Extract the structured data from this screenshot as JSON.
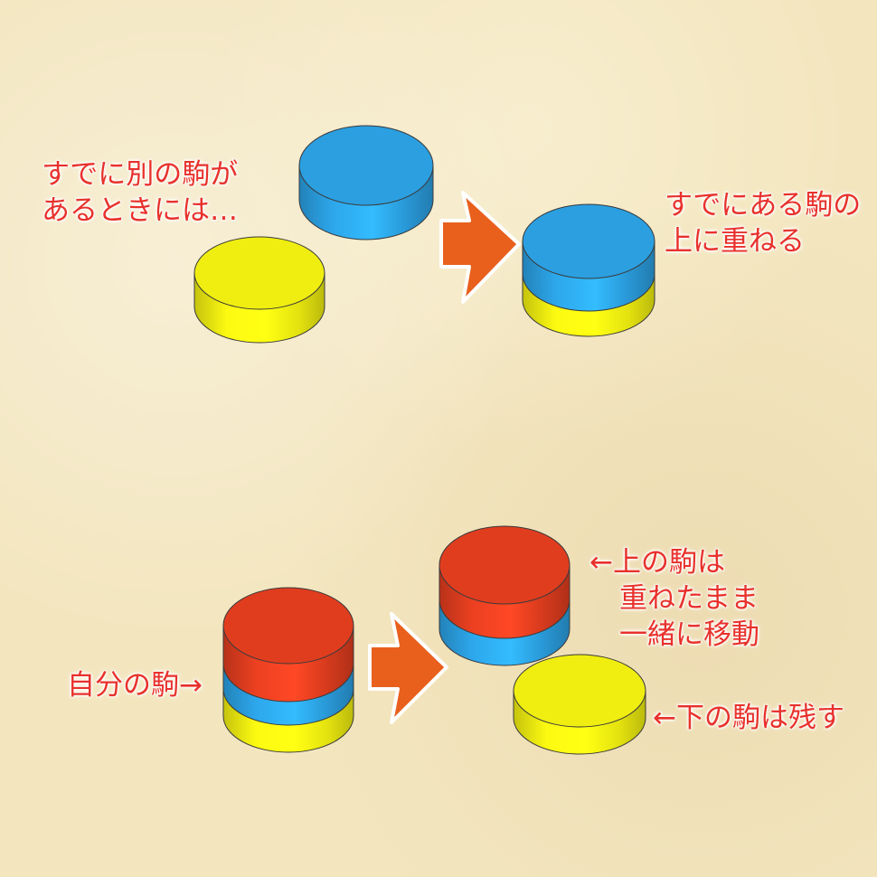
{
  "colors": {
    "blue": "#2b9fe0",
    "yellow": "#f0ee10",
    "red": "#e03d1f",
    "arrow": "#e8601c",
    "text": "#e8312c"
  },
  "labels": {
    "before_line1": "すでに別の駒が",
    "before_line2": "あるときには…",
    "stack_line1": "すでにある駒の",
    "stack_line2": "上に重ねる",
    "own_piece": "自分の駒→",
    "upper_line1": "←上の駒は",
    "upper_line2": "重ねたまま",
    "upper_line3": "一緒に移動",
    "lower": "←下の駒は残す"
  }
}
